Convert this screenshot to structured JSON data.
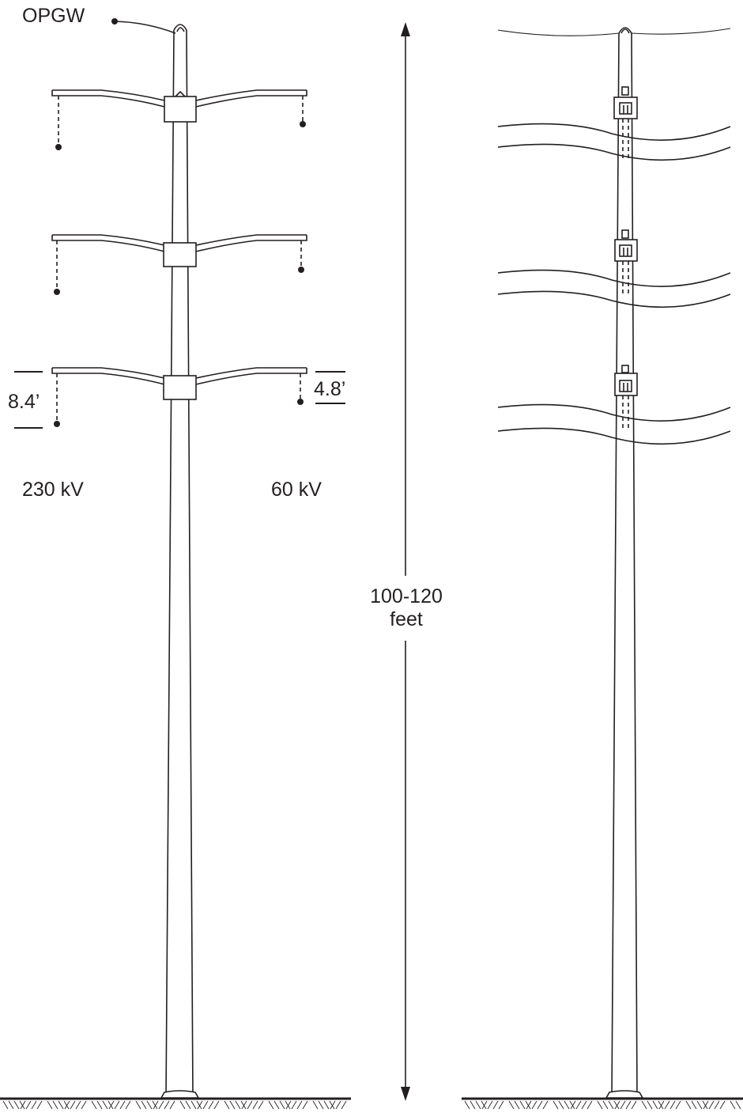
{
  "labels": {
    "opgw": "OPGW",
    "dim_left": "8.4’",
    "dim_right": "4.8’",
    "voltage_left": "230 kV",
    "voltage_right": "60 kV",
    "height_line1": "100-120",
    "height_line2": "feet"
  },
  "colors": {
    "ink": "#231f20",
    "background": "#ffffff"
  }
}
